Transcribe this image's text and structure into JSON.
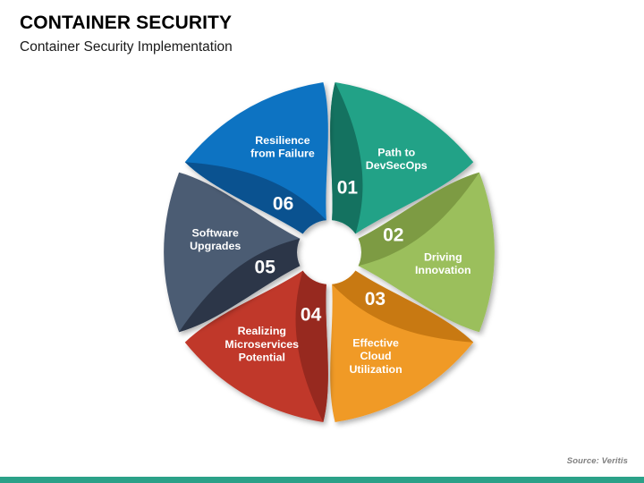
{
  "header": {
    "title": "CONTAINER SECURITY",
    "subtitle": "Container Security Implementation"
  },
  "footer": {
    "source": "Source: Veritis",
    "bar_color": "#2BA188"
  },
  "colors": {
    "background": "#FFFFFF",
    "title_text": "#000000",
    "label_text": "#FFFFFF",
    "source_text": "#808080"
  },
  "chart_data": {
    "type": "pie",
    "title": "Container Security Implementation",
    "layout": "six-petal radial cycle diagram",
    "legend": "none",
    "segments": [
      {
        "number": "01",
        "label": "Path to DevSecOps",
        "label_lines": [
          "Path to",
          "DevSecOps"
        ],
        "color": "#23A287",
        "shade_color": "#147260",
        "angle_start": -90,
        "angle_end": -30,
        "value": 16.67
      },
      {
        "number": "02",
        "label": "Driving Innovation",
        "label_lines": [
          "Driving",
          "Innovation"
        ],
        "color": "#9BBF5C",
        "shade_color": "#7D9B43",
        "angle_start": -30,
        "angle_end": 30,
        "value": 16.67
      },
      {
        "number": "03",
        "label": "Effective Cloud Utilization",
        "label_lines": [
          "Effective",
          "Cloud",
          "Utilization"
        ],
        "color": "#F09A28",
        "shade_color": "#C87912",
        "angle_start": 30,
        "angle_end": 90,
        "value": 16.67
      },
      {
        "number": "04",
        "label": "Realizing Microservices Potential",
        "label_lines": [
          "Realizing",
          "Microservices",
          "Potential"
        ],
        "color": "#C0392B",
        "shade_color": "#97291F",
        "angle_start": 90,
        "angle_end": 150,
        "value": 16.67
      },
      {
        "number": "05",
        "label": "Software Upgrades",
        "label_lines": [
          "Software",
          "Upgrades"
        ],
        "color": "#4C5B73",
        "shade_color": "#2C3648",
        "angle_start": 150,
        "angle_end": 210,
        "value": 16.67
      },
      {
        "number": "06",
        "label": "Resilience from Failure",
        "label_lines": [
          "Resilience",
          "from Failure"
        ],
        "color": "#0C73C2",
        "shade_color": "#0A5290",
        "angle_start": 210,
        "angle_end": 270,
        "value": 16.67
      }
    ]
  }
}
